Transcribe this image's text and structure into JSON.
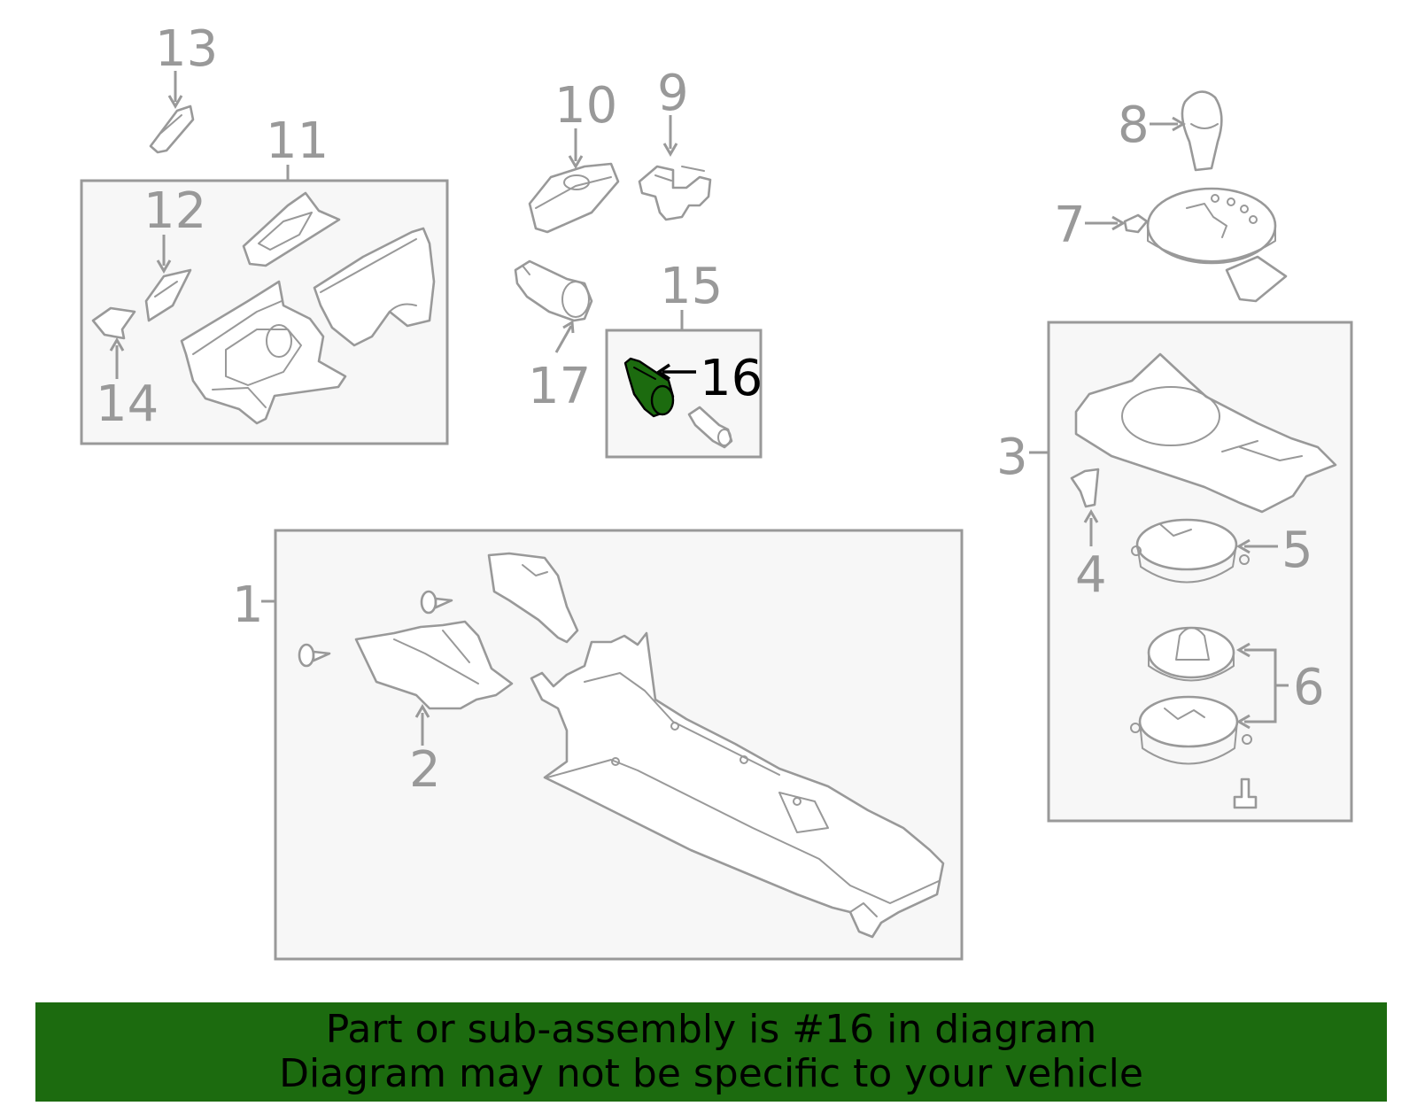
{
  "callouts": {
    "c1": "1",
    "c2": "2",
    "c3": "3",
    "c4": "4",
    "c5": "5",
    "c6": "6",
    "c7": "7",
    "c8": "8",
    "c9": "9",
    "c10": "10",
    "c11": "11",
    "c12": "12",
    "c13": "13",
    "c14": "14",
    "c15": "15",
    "c16": "16",
    "c17": "17"
  },
  "highlight": {
    "part_number": "16",
    "color": "#1c6b0f"
  },
  "colors": {
    "line": "#999999",
    "box_fill": "#f7f7f7",
    "banner": "#1c6b0f"
  },
  "banner": {
    "line1": "Part or sub-assembly is #16 in diagram",
    "line2": "Diagram may not be specific to your vehicle"
  }
}
